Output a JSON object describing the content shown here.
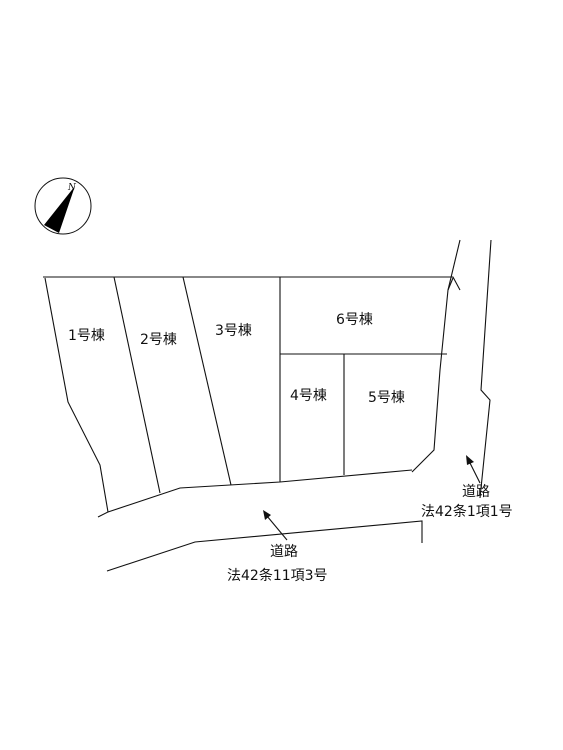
{
  "compass": {
    "north_label": "N",
    "needle_fill": "#000000",
    "icon": "north-arrow-icon"
  },
  "lots": [
    {
      "id": "1",
      "label": "1号棟"
    },
    {
      "id": "2",
      "label": "2号棟"
    },
    {
      "id": "3",
      "label": "3号棟"
    },
    {
      "id": "4",
      "label": "4号棟"
    },
    {
      "id": "5",
      "label": "5号棟"
    },
    {
      "id": "6",
      "label": "6号棟"
    }
  ],
  "roads": [
    {
      "id": "east",
      "name": "道路",
      "designation": "法42条1項1号"
    },
    {
      "id": "south",
      "name": "道路",
      "designation": "法42条11項3号"
    }
  ],
  "colors": {
    "line": "#111111",
    "background": "#ffffff"
  }
}
